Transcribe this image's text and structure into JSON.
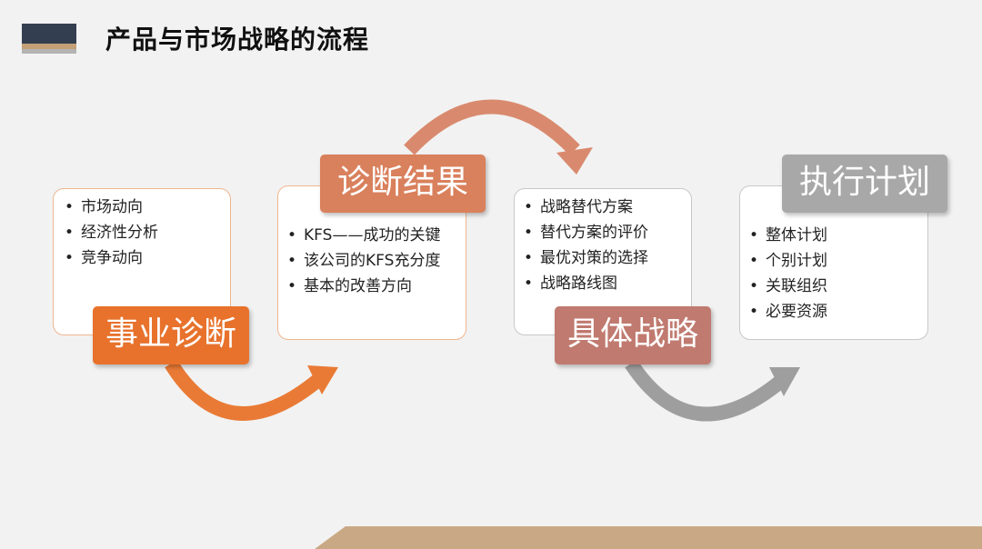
{
  "title": "产品与市场战略的流程",
  "colors": {
    "orange": "#e8722c",
    "salmon": "#d9805c",
    "rose": "#c07a6f",
    "grey": "#a8a8a8",
    "card_border_orange": "#f0b58e",
    "card_border_grey": "#c8c8c8",
    "arrow_top": "#d98a6e",
    "arrow_orange": "#e97a35",
    "arrow_grey": "#9e9e9e",
    "ground": "#c9a985"
  },
  "stages": [
    {
      "label": "事业诊断",
      "items": [
        "市场动向",
        "经济性分析",
        "竞争动向"
      ]
    },
    {
      "label": "诊断结果",
      "items": [
        "KFS——成功的关键",
        "该公司的KFS充分度",
        "基本的改善方向"
      ]
    },
    {
      "label": "具体战略",
      "items": [
        "战略替代方案",
        "替代方案的评价",
        "最优对策的选择",
        "战略路线图"
      ]
    },
    {
      "label": "执行计划",
      "items": [
        "整体计划",
        "个别计划",
        "关联组织",
        "必要资源"
      ]
    }
  ]
}
